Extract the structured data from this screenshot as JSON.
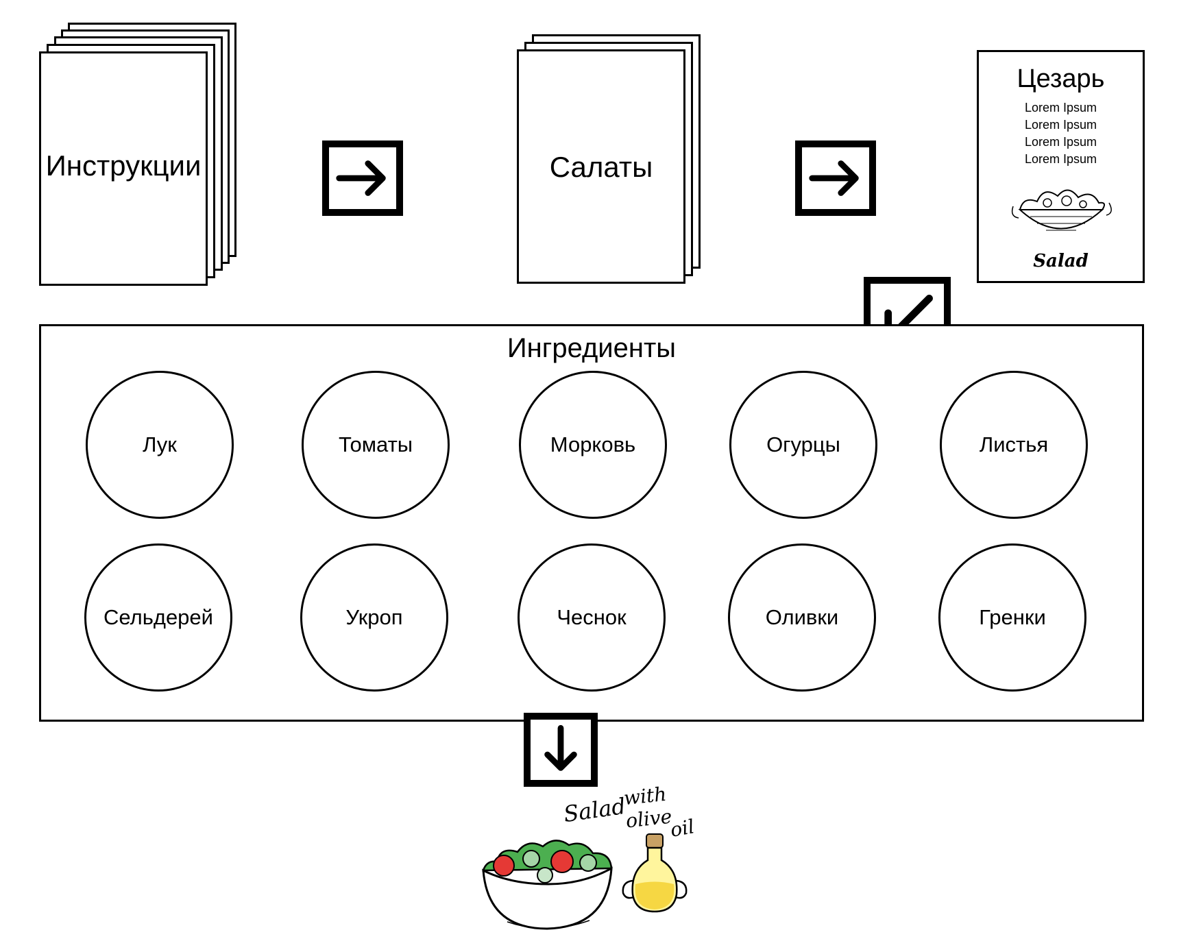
{
  "flow": {
    "instructions_label": "Инструкции",
    "salads_label": "Салаты"
  },
  "recipe_card": {
    "title": "Цезарь",
    "lines": [
      "Lorem Ipsum",
      "Lorem Ipsum",
      "Lorem Ipsum",
      "Lorem Ipsum"
    ],
    "image_caption": "Salad"
  },
  "ingredients": {
    "title": "Ингредиенты",
    "items": [
      "Лук",
      "Томаты",
      "Морковь",
      "Огурцы",
      "Листья",
      "Сельдерей",
      "Укроп",
      "Чеснок",
      "Оливки",
      "Гренки"
    ]
  },
  "result": {
    "caption_1": "Salad",
    "caption_2": "with",
    "caption_3": "olive",
    "caption_4": "oil"
  },
  "colors": {
    "stroke": "#000000",
    "lettuce": "#4caf50",
    "tomato": "#e53935",
    "oil": "#f6d743"
  }
}
